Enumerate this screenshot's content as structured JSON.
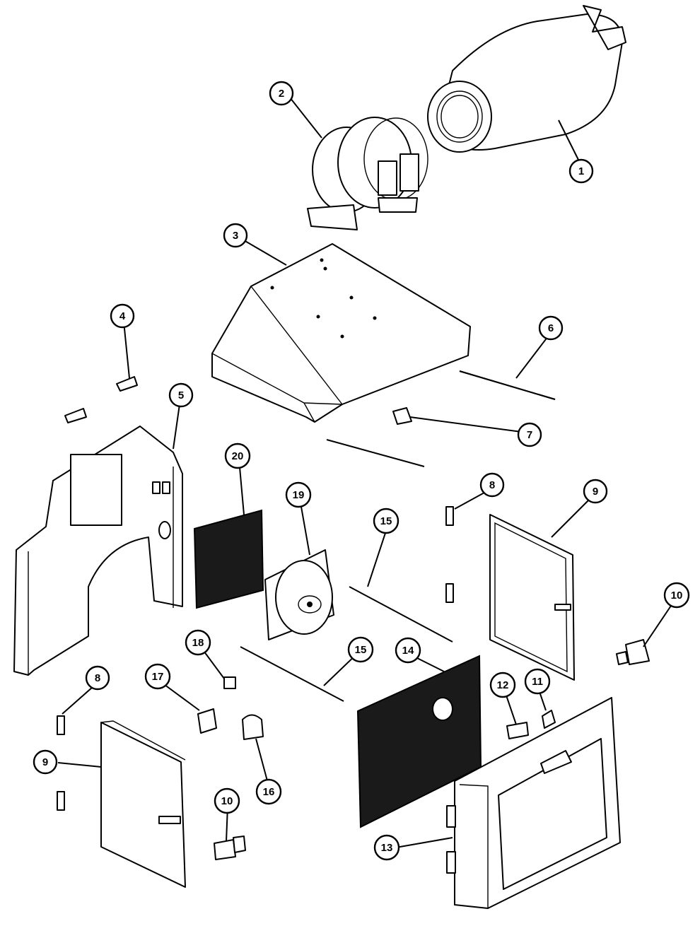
{
  "callouts": [
    {
      "id": "c1",
      "label": "1"
    },
    {
      "id": "c2",
      "label": "2"
    },
    {
      "id": "c3",
      "label": "3"
    },
    {
      "id": "c4",
      "label": "4"
    },
    {
      "id": "c5",
      "label": "5"
    },
    {
      "id": "c6",
      "label": "6"
    },
    {
      "id": "c7",
      "label": "7"
    },
    {
      "id": "c8a",
      "label": "8"
    },
    {
      "id": "c8b",
      "label": "8"
    },
    {
      "id": "c9a",
      "label": "9"
    },
    {
      "id": "c9b",
      "label": "9"
    },
    {
      "id": "c10a",
      "label": "10"
    },
    {
      "id": "c10b",
      "label": "10"
    },
    {
      "id": "c11",
      "label": "11"
    },
    {
      "id": "c12",
      "label": "12"
    },
    {
      "id": "c13",
      "label": "13"
    },
    {
      "id": "c14",
      "label": "14"
    },
    {
      "id": "c15a",
      "label": "15"
    },
    {
      "id": "c15b",
      "label": "15"
    },
    {
      "id": "c16",
      "label": "16"
    },
    {
      "id": "c17",
      "label": "17"
    },
    {
      "id": "c18",
      "label": "18"
    },
    {
      "id": "c19",
      "label": "19"
    },
    {
      "id": "c20",
      "label": "20"
    }
  ]
}
